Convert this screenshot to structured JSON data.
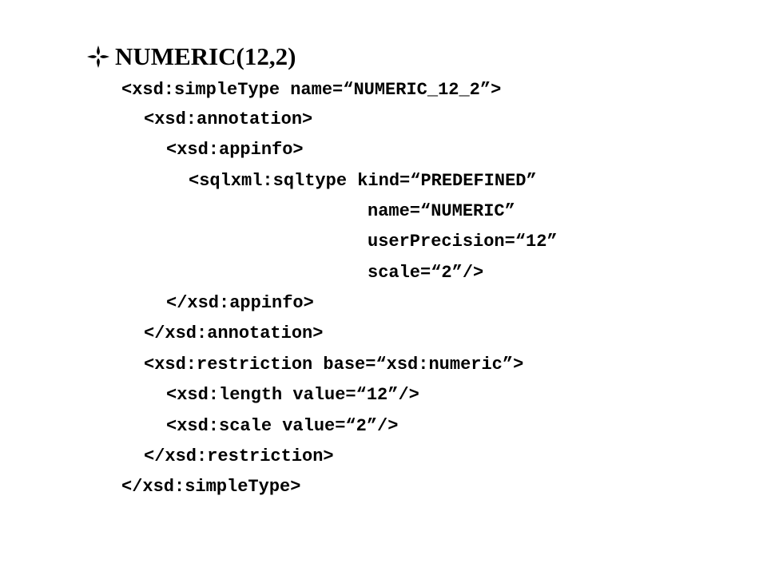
{
  "heading": {
    "text": "NUMERIC(12,2)",
    "bullet_icon": "diamond-bullet-icon"
  },
  "code_lines": [
    "<xsd:simpleType name=“NUMERIC_12_2”>",
    "<xsd:annotation>",
    "<xsd:appinfo>",
    "<sqlxml:sqltype kind=“PREDEFINED”",
    "name=“NUMERIC”",
    "userPrecision=“12”",
    "scale=“2”/>",
    "</xsd:appinfo>",
    "</xsd:annotation>",
    "<xsd:restriction base=“xsd:numeric”>",
    "<xsd:length value=“12”/>",
    "<xsd:scale value=“2”/>",
    "</xsd:restriction>",
    "</xsd:simpleType>"
  ]
}
